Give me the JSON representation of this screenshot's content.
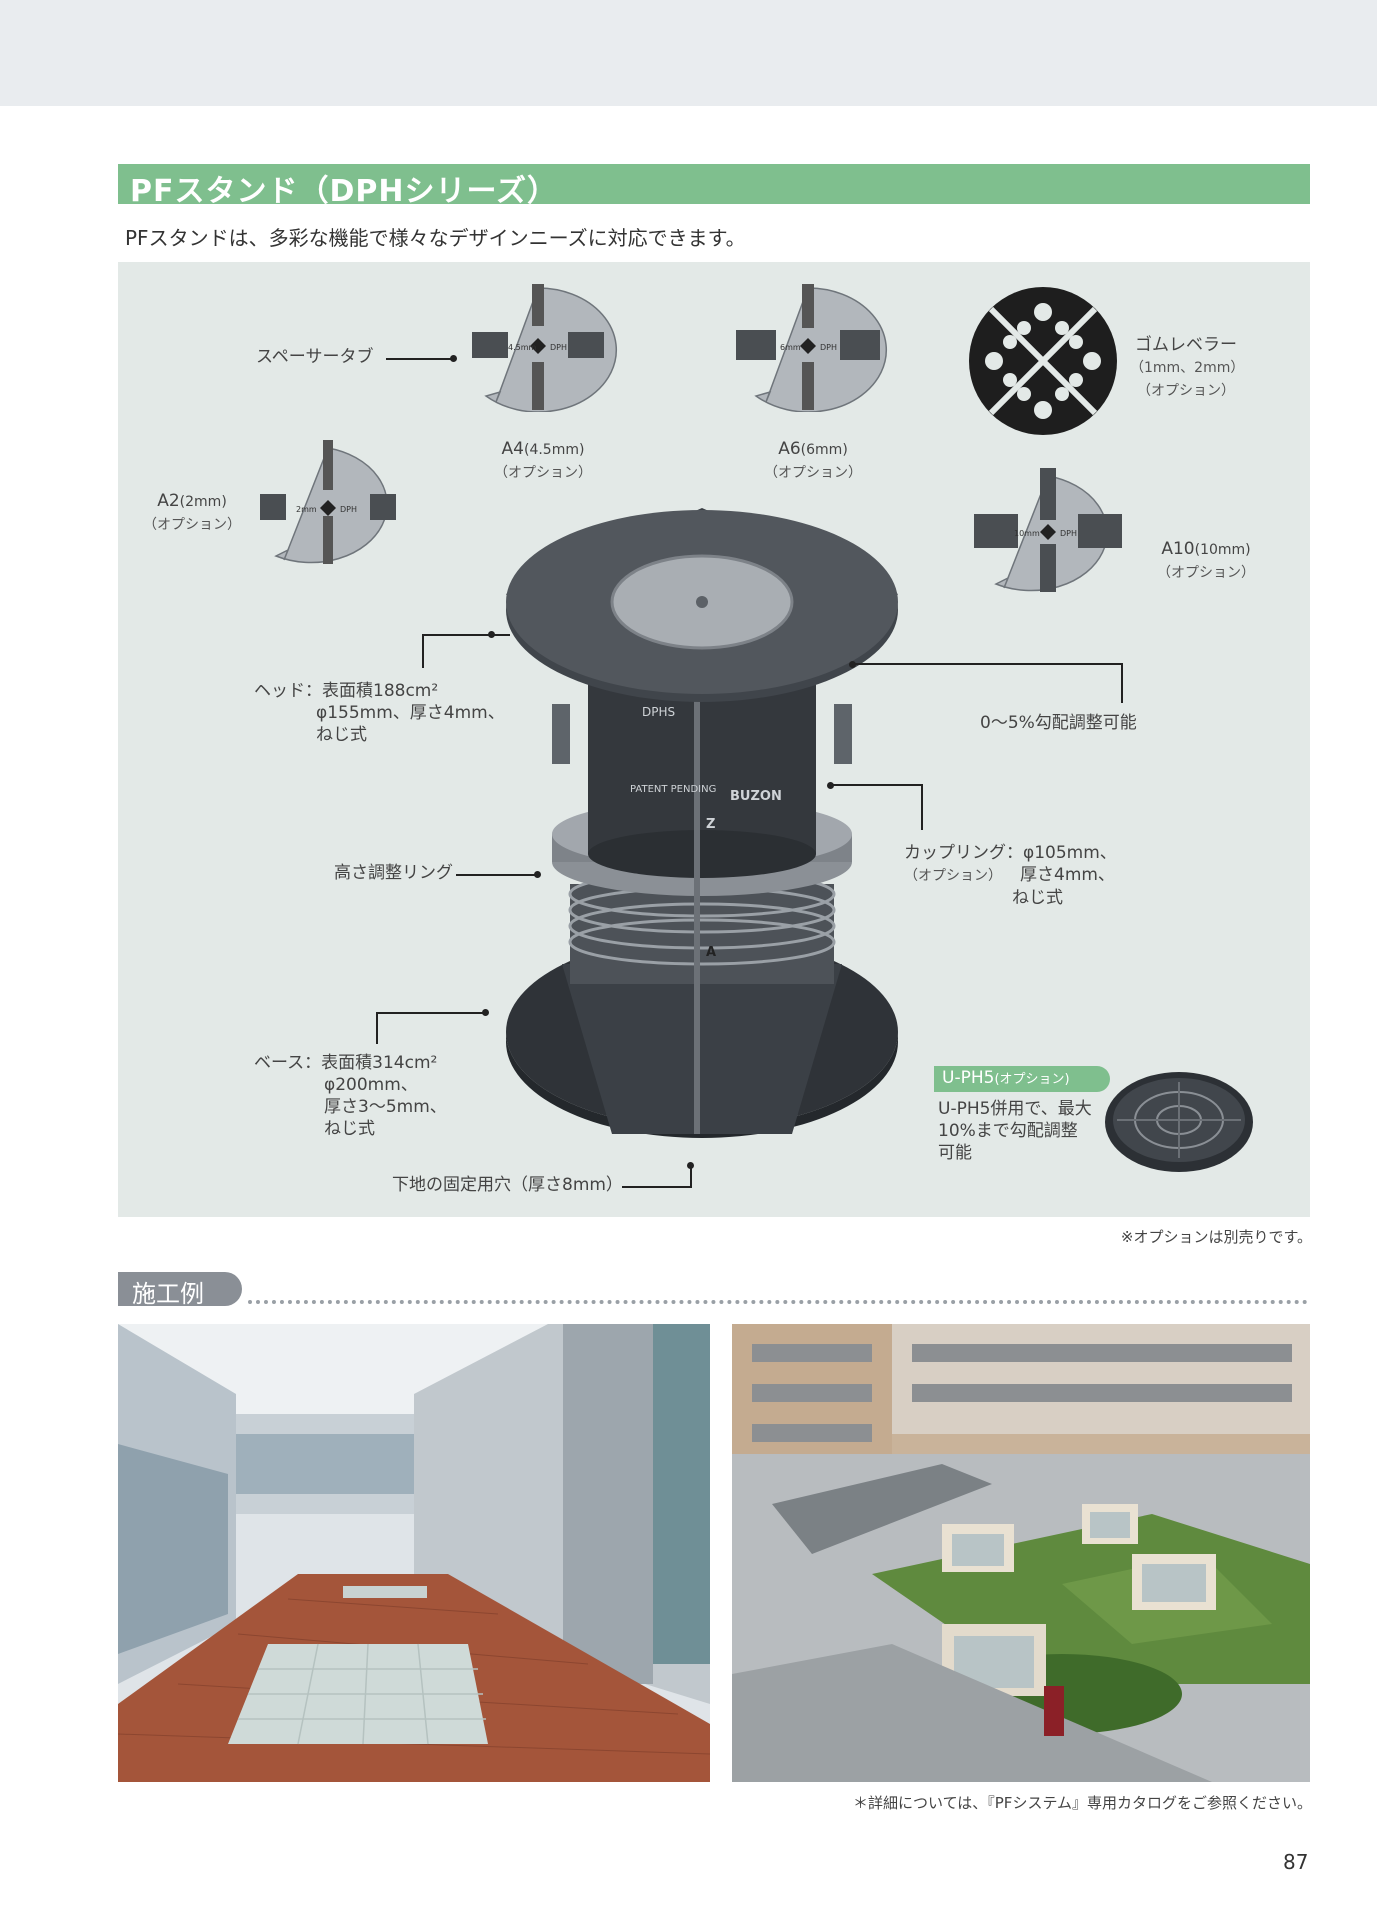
{
  "header": {
    "title": "PFスタンド（DPHシリーズ）",
    "intro": "PFスタンドは、多彩な機能で様々なデザインニーズに対応できます。"
  },
  "diagram": {
    "spacer_tab": "スペーサータブ",
    "a4": {
      "name": "A4",
      "size": "(4.5mm)",
      "opt": "（オプション）",
      "disc_text": "4.5mm",
      "brand": "DPH"
    },
    "a6": {
      "name": "A6",
      "size": "(6mm)",
      "opt": "（オプション）",
      "disc_text": "6mm",
      "brand": "DPH"
    },
    "a2": {
      "name": "A2",
      "size": "(2mm)",
      "opt": "（オプション）",
      "disc_text": "2mm",
      "brand": "DPH"
    },
    "a10": {
      "name": "A10",
      "size": "(10mm)",
      "opt": "（オプション）",
      "disc_text": "10mm",
      "brand": "DPH"
    },
    "rubber": {
      "name": "ゴムレベラー",
      "size": "（1mm、2mm）",
      "opt": "（オプション）"
    },
    "head": {
      "l1": "ヘッド：表面積188cm²",
      "l2": "φ155mm、厚さ4mm、",
      "l3": "ねじ式"
    },
    "slope": "0〜5%勾配調整可能",
    "coupling": {
      "l1": "カップリング：φ105mm、",
      "opt": "（オプション）",
      "l2": "厚さ4mm、",
      "l3": "ねじ式"
    },
    "ring": "高さ調整リング",
    "base": {
      "l1": "ベース：表面積314cm²",
      "l2": "φ200mm、",
      "l3": "厚さ3〜5mm、",
      "l4": "ねじ式"
    },
    "fix_hole": "下地の固定用穴（厚さ8mm）",
    "uph5": {
      "badge": "U-PH5",
      "badge_opt": "(オプション)",
      "l1": "U-PH5併用で、最大",
      "l2": "10%まで勾配調整",
      "l3": "可能"
    },
    "stand_marks": {
      "model": "DPHS",
      "patent": "PATENT PENDING",
      "brand": "BUZON",
      "z": "Z",
      "a": "A"
    }
  },
  "option_note": "※オプションは別売りです。",
  "section": {
    "title": "施工例"
  },
  "catalog_note": "＊詳細については、『PFシステム』専用カタログをご参照ください。",
  "page_number": "87"
}
